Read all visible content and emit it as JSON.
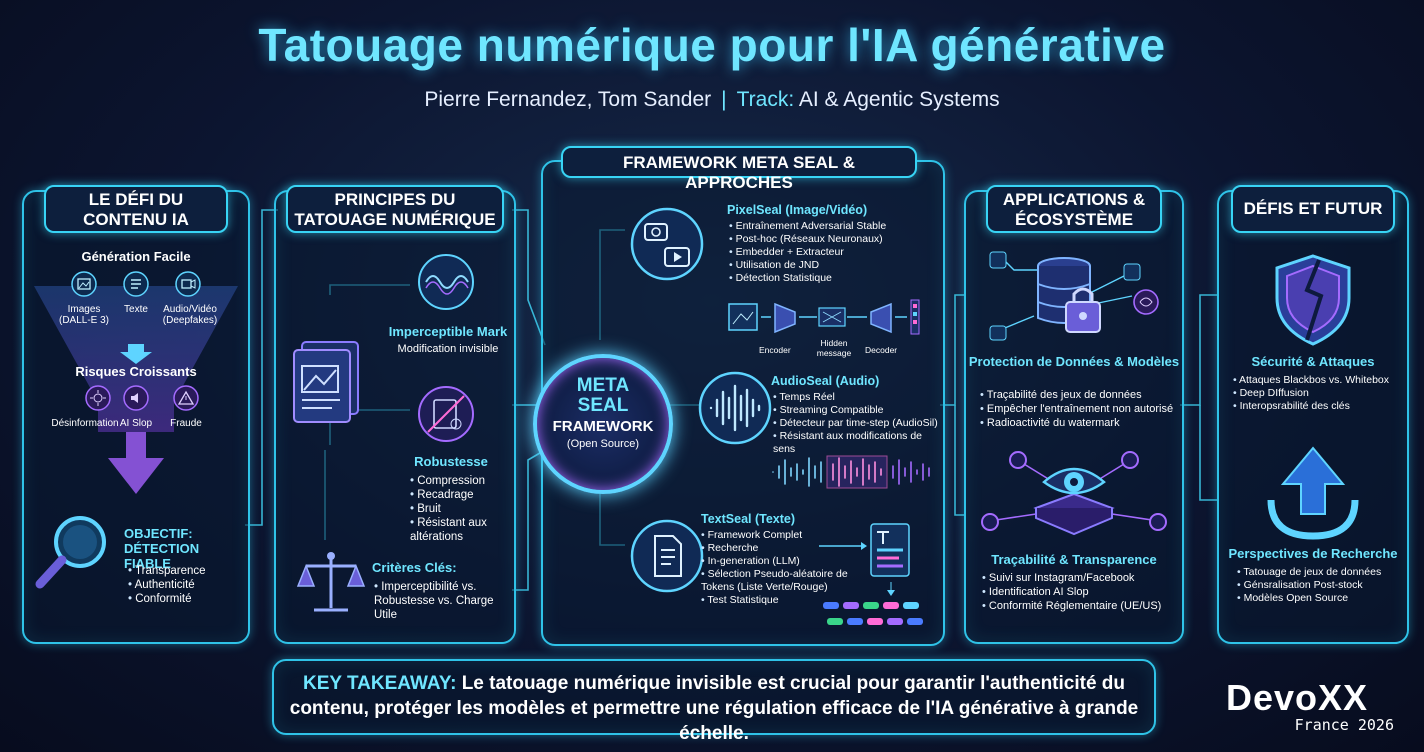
{
  "title": "Tatouage numérique pour l'IA générative",
  "authors": "Pierre Fernandez, Tom Sander",
  "separator": "|",
  "track_label": "Track:",
  "track_value": "AI & Agentic Systems",
  "panels": {
    "defi": {
      "header": "LE DÉFI DU CONTENU IA",
      "generation_title": "Génération Facile",
      "gen_items": [
        {
          "icon": "image-icon",
          "label": "Images (DALL-E 3)"
        },
        {
          "icon": "text-icon",
          "label": "Texte"
        },
        {
          "icon": "video-icon",
          "label": "Audio/Vidéo (Deepfakes)"
        }
      ],
      "risks_title": "Risques Croissants",
      "risk_items": [
        {
          "icon": "disinformation-icon",
          "label": "Désinformation"
        },
        {
          "icon": "speaker-icon",
          "label": "AI Slop"
        },
        {
          "icon": "warning-icon",
          "label": "Fraude"
        }
      ],
      "objective_title": "OBJECTIF: DÉTECTION FIABLE",
      "objective_items": [
        "Transparence",
        "Authenticité",
        "Conformité"
      ]
    },
    "principes": {
      "header": "PRINCIPES DU TATOUAGE NUMÉRIQUE",
      "mark_title": "Imperceptible Mark",
      "mark_desc": "Modification invisible",
      "robust_title": "Robustesse",
      "robust_items": [
        "Compression",
        "Recadrage",
        "Bruit",
        "Résistant aux altérations"
      ],
      "criteria_title": "Critères Clés:",
      "criteria_items": [
        "Imperceptibilité vs. Robustesse vs. Charge Utile"
      ]
    },
    "framework": {
      "header": "FRAMEWORK META SEAL & APPROCHES",
      "center": {
        "line1": "META",
        "line2": "SEAL",
        "line3": "FRAMEWORK",
        "line4": "(Open Source)"
      },
      "pixelseal": {
        "title": "PixelSeal (Image/Vidéo)",
        "items": [
          "Entraînement Adversarial Stable",
          "Post-hoc (Réseaux Neuronaux)",
          "Embedder + Extracteur",
          "Utilisation de JND",
          "Détection Statistique"
        ],
        "encoder": "Encoder",
        "hidden": "Hidden message",
        "decoder": "Decoder"
      },
      "audioseal": {
        "title": "AudioSeal (Audio)",
        "items": [
          "Temps Réel",
          "Streaming Compatible",
          "Détecteur par time-step (AudioSil)",
          "Résistant aux modifications de sens"
        ]
      },
      "textseal": {
        "title": "TextSeal (Texte)",
        "items": [
          "Framework Complet",
          "Recherche",
          "In-generation (LLM)",
          "Sélection Pseudo-aléatoire de Tokens (Liste Verte/Rouge)",
          "Test Statistique"
        ]
      }
    },
    "applications": {
      "header": "APPLICATIONS & ÉCOSYSTÈME",
      "protect_title": "Protection de Données & Modèles",
      "protect_items": [
        "Traçabilité des jeux de données",
        "Empêcher l'entraînement non autorisé",
        "Radioactivité du watermark"
      ],
      "trace_title": "Traçabilité & Transparence",
      "trace_items": [
        "Suivi sur Instagram/Facebook",
        "Identification AI Slop",
        "Conformité Réglementaire (UE/US)"
      ]
    },
    "futur": {
      "header": "DÉFIS ET FUTUR",
      "security_title": "Sécurité & Attaques",
      "security_items": [
        "Attaques Blackbos vs. Whitebox",
        "Deep DIffusion",
        "Interopsrabilité des clés"
      ],
      "research_title": "Perspectives de Recherche",
      "research_items": [
        "Tatouage de jeux de données",
        "Génsralisation Post-stock",
        "Modèles Open Source"
      ]
    }
  },
  "takeaway": {
    "label": "KEY TAKEAWAY:",
    "text": "Le tatouage numérique invisible est crucial pour garantir l'authenticité du contenu, protéger les modèles et permettre une régulation efficace de l'IA générative à grande échelle."
  },
  "brand": {
    "name": "DevoXX",
    "edition": "France 2026"
  },
  "colors": {
    "accent": "#6fe6ff",
    "panel_border": "#2fc3e8",
    "purple": "#a46bff",
    "background": "#0c1530"
  }
}
